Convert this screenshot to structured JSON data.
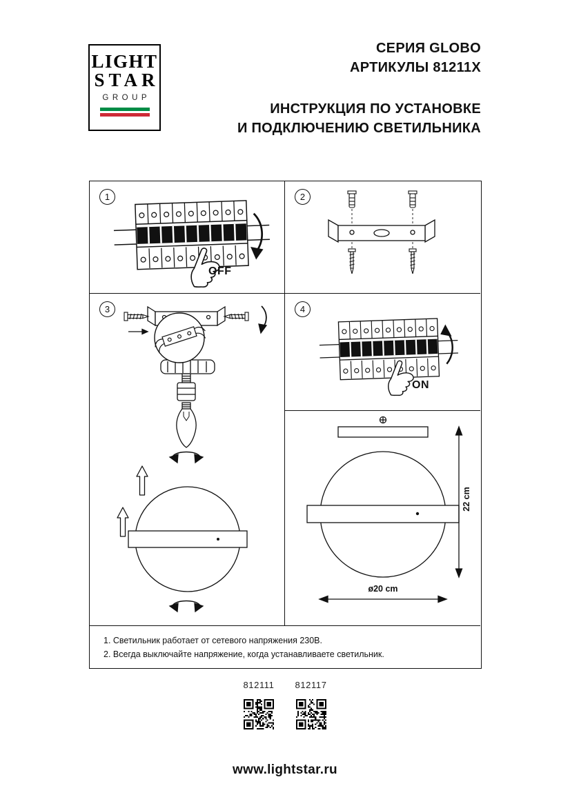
{
  "logo": {
    "line1": "LIGHT",
    "line2": "STAR",
    "line3": "GROUP",
    "flag_colors": {
      "green": "#008C45",
      "white": "#FFFFFF",
      "red": "#CE2B37"
    }
  },
  "header": {
    "series": "СЕРИЯ GLOBO",
    "articles": "АРТИКУЛЫ 81211X",
    "title_line1": "ИНСТРУКЦИЯ ПО УСТАНОВКЕ",
    "title_line2": "И ПОДКЛЮЧЕНИЮ СВЕТИЛЬНИКА"
  },
  "steps": [
    {
      "number": "1",
      "label": "OFF"
    },
    {
      "number": "2",
      "label": ""
    },
    {
      "number": "3",
      "label": ""
    },
    {
      "number": "4",
      "label": "ON"
    }
  ],
  "diagram": {
    "height_label": "22 cm",
    "diameter_label": "ø20 cm"
  },
  "notes": [
    "1. Светильник работает от сетевого напряжения 230В.",
    "2. Всегда выключайте напряжение, когда устанавливаете светильник."
  ],
  "products": [
    {
      "article": "812111"
    },
    {
      "article": "812117"
    }
  ],
  "footer": {
    "url": "www.lightstar.ru"
  }
}
